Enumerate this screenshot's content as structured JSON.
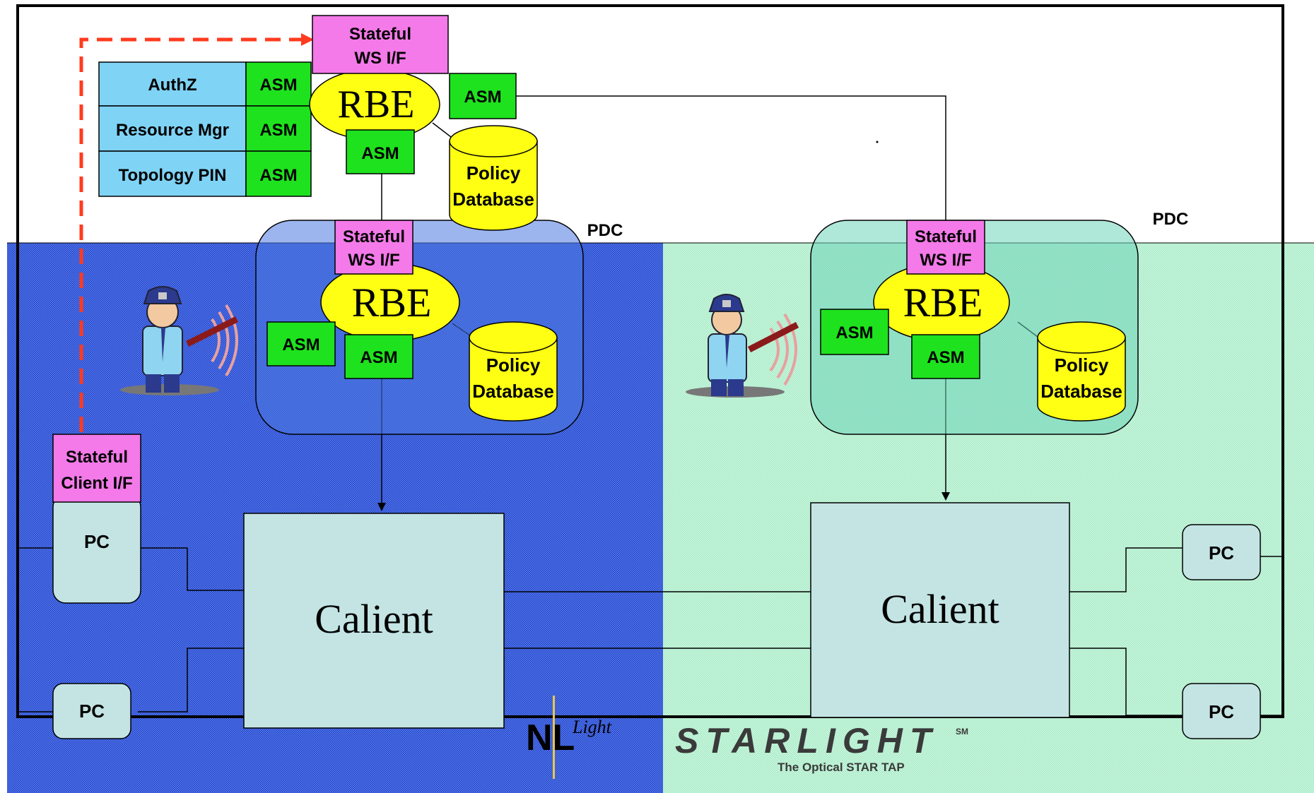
{
  "top": {
    "stateful_ws": [
      "Stateful",
      "WS I/F"
    ],
    "rbe": "RBE",
    "asm": "ASM",
    "policy_db": [
      "Policy",
      "Database"
    ],
    "modules": [
      {
        "name": "AuthZ",
        "asm": "ASM"
      },
      {
        "name": "Resource Mgr",
        "asm": "ASM"
      },
      {
        "name": "Topology PIN",
        "asm": "ASM"
      }
    ]
  },
  "left_domain": {
    "pdc_label": "PDC",
    "stateful_ws": [
      "Stateful",
      "WS I/F"
    ],
    "rbe": "RBE",
    "asm_a": "ASM",
    "asm_b": "ASM",
    "policy_db": [
      "Policy",
      "Database"
    ],
    "client_if": [
      "Stateful",
      "Client I/F"
    ],
    "pc_top": "PC",
    "pc_bottom": "PC",
    "switch": "Calient",
    "logo_main": "NL",
    "logo_sup": "Light"
  },
  "right_domain": {
    "pdc_label": "PDC",
    "stateful_ws": [
      "Stateful",
      "WS I/F"
    ],
    "rbe": "RBE",
    "asm_a": "ASM",
    "asm_b": "ASM",
    "policy_db": [
      "Policy",
      "Database"
    ],
    "pc_top": "PC",
    "pc_bottom": "PC",
    "switch": "Calient",
    "logo_main": "STARLIGHT",
    "logo_sm": "SM",
    "logo_tagline": "The Optical STAR TAP"
  },
  "colors": {
    "blue_region": "#3a5fe0",
    "green_region": "#a8ecc8",
    "pink": "#f37ae8",
    "yellow": "#ffff14",
    "green": "#1ee21e",
    "cyan": "#7fd3f5",
    "box": "#c4e4e4",
    "dashed_arrow": "#ff3b1f"
  }
}
